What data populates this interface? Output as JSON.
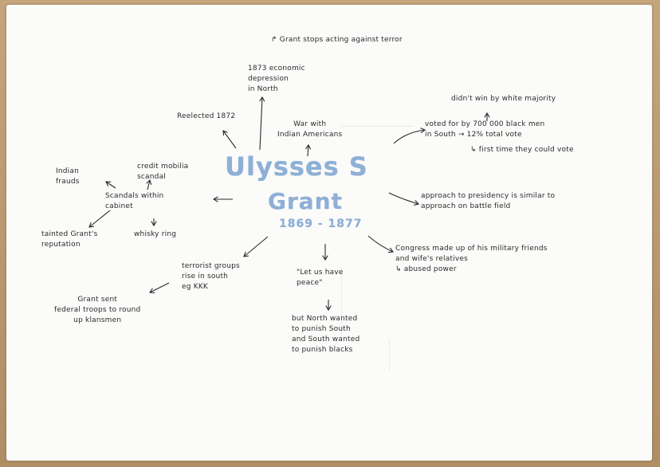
{
  "title": {
    "name_line1": "Ulysses S",
    "name_line2": "Grant",
    "years": "1869 - 1877"
  },
  "notes": {
    "stops_acting": "↱ Grant stops acting against terror",
    "economic": "1873 economic\ndepression\nin North",
    "reelected": "Reelected 1872",
    "war_indians": "War with\nIndian Americans",
    "votes_line1": "didn't win by white majority",
    "votes_line2": "voted for by 700 000 black men\nin South → 12% total vote",
    "votes_line3": "↳ first time they could vote",
    "credit": "credit mobilia\nscandal",
    "indian_frauds": "Indian\nfrauds",
    "scandals": "Scandals within\ncabinet",
    "whisky": "whisky ring",
    "tainted": "tainted Grant's\nreputation",
    "approach": "approach to presidency is similar to\napproach on battle field",
    "congress": "Congress made up of his military friends\nand wife's relatives\n↳ abused power",
    "terrorist": "terrorist groups\nrise in south\neg KKK",
    "peace": "\"Let us have\npeace\"",
    "punish": "but North wanted\nto punish South\nand South wanted\nto punish blacks",
    "federal": "Grant sent\nfederal troops to round\nup klansmen"
  }
}
